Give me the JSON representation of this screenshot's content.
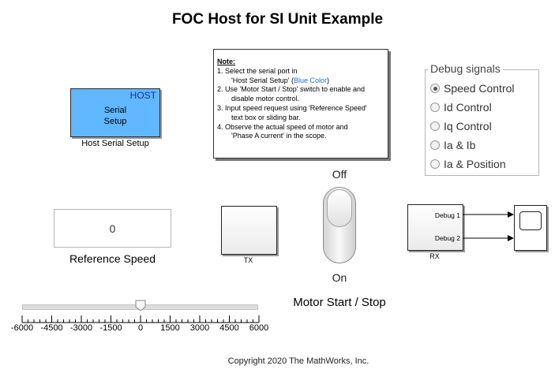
{
  "title": "FOC Host for SI Unit Example",
  "host_block": {
    "tag": "HOST",
    "line1": "Serial",
    "line2": "Setup",
    "caption": "Host Serial Setup",
    "color": "#61b8ff"
  },
  "note": {
    "title": "Note:",
    "step1_a": "1. Select the serial port in",
    "step1_b_prefix": "'Host Serial Setup' (",
    "step1_b_blue": "Blue Color",
    "step1_b_suffix": ")",
    "step2_a": "2. Use 'Motor Start / Stop' switch to enable and",
    "step2_b": "disable motor control.",
    "step3_a": "3. Input speed request using 'Reference Speed'",
    "step3_b": "text box or sliding bar.",
    "step4_a": "4. Observe the actual speed of motor and",
    "step4_b": "'Phase A current' in the scope."
  },
  "debug": {
    "legend": "Debug signals",
    "options": [
      "Speed Control",
      "Id Control",
      "Iq Control",
      "Ia & Ib",
      "Ia & Position"
    ],
    "selected": "Speed Control"
  },
  "reference": {
    "value": "0",
    "label": "Reference Speed"
  },
  "tx": {
    "label": "TX"
  },
  "toggle": {
    "off_label": "Off",
    "on_label": "On",
    "state": "Off",
    "caption": "Motor Start / Stop"
  },
  "rx": {
    "label": "RX",
    "port1": "Debug 1",
    "port2": "Debug 2"
  },
  "slider": {
    "value": 0,
    "min": -6000,
    "max": 6000,
    "ticks": [
      "-6000",
      "-4500",
      "-3000",
      "-1500",
      "0",
      "1500",
      "3000",
      "4500",
      "6000"
    ]
  },
  "copyright": "Copyright 2020 The MathWorks, Inc."
}
